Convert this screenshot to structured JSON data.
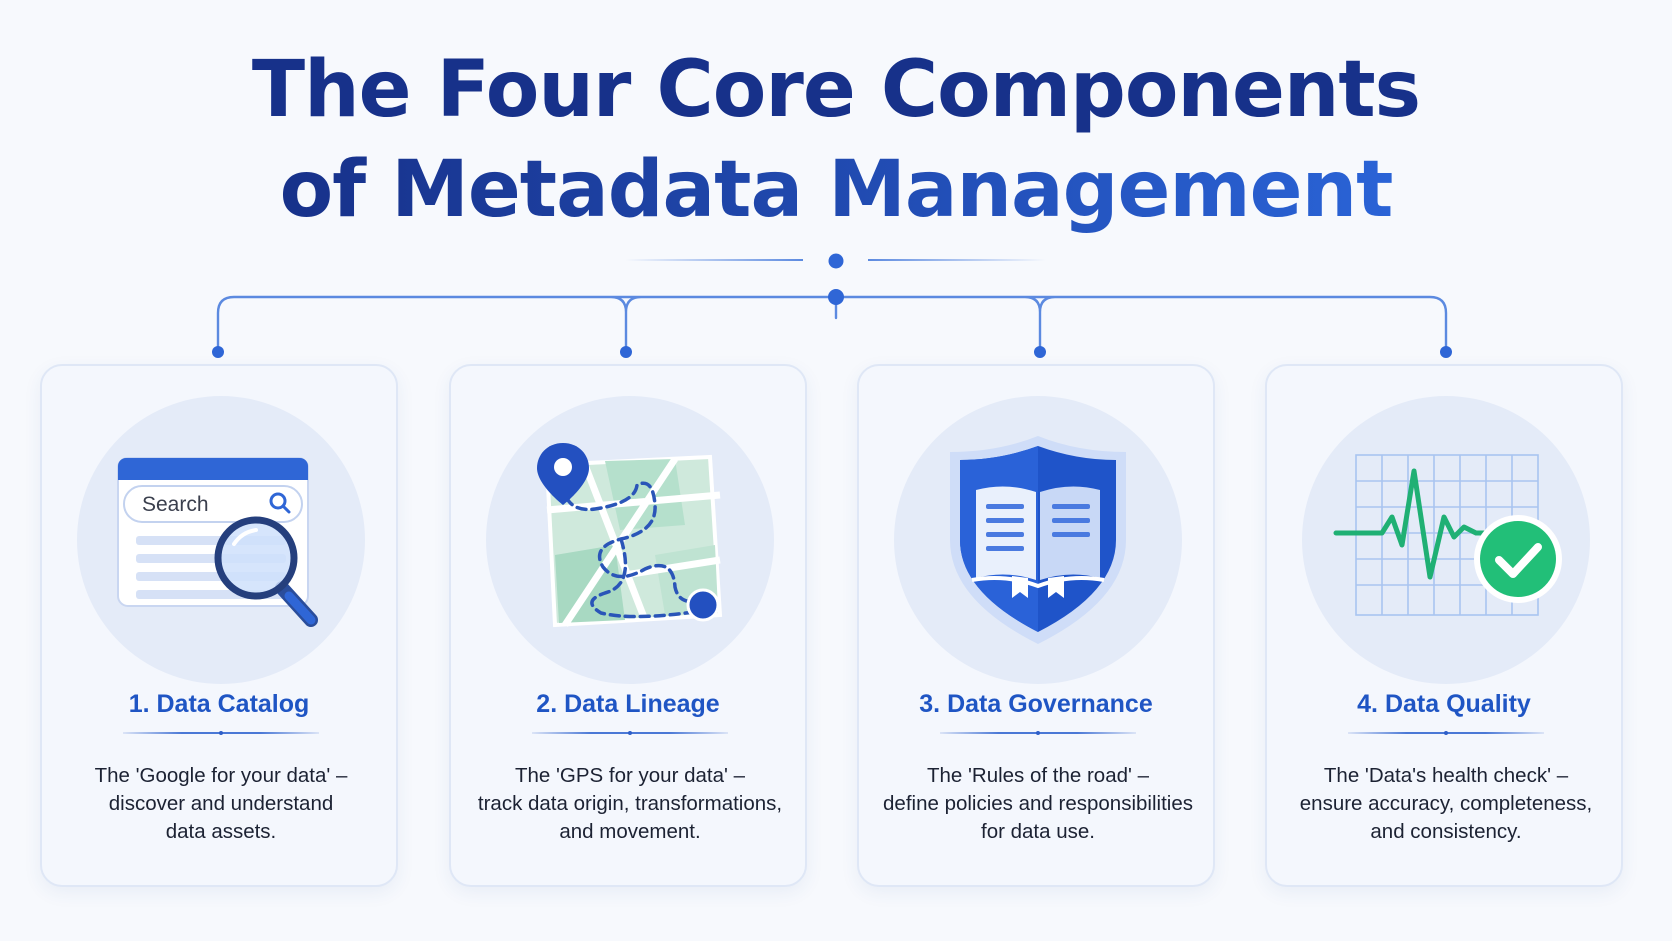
{
  "title": {
    "line1": "The Four Core Components",
    "line2": "of Metadata Management"
  },
  "colors": {
    "title_dark": "#17318a",
    "title_light": "#2a63d6",
    "accent": "#2f66d6",
    "connector": "#5c8ae0",
    "success": "#2ec27e"
  },
  "cards": [
    {
      "title": "1. Data Catalog",
      "icon": "search-magnifier-icon",
      "search_label": "Search",
      "desc": [
        "The 'Google for your data' –",
        "discover and understand",
        "data assets."
      ]
    },
    {
      "title": "2. Data Lineage",
      "icon": "map-route-icon",
      "desc": [
        "The 'GPS for your data' –",
        "track data origin, transformations,",
        "and movement."
      ]
    },
    {
      "title": "3. Data Governance",
      "icon": "shield-book-icon",
      "desc": [
        "The 'Rules of the road' –",
        "define policies and responsibilities",
        "for data use."
      ]
    },
    {
      "title": "4. Data Quality",
      "icon": "heartbeat-check-icon",
      "desc": [
        "The 'Data's health check' –",
        "ensure accuracy, completeness,",
        "and consistency."
      ]
    }
  ]
}
